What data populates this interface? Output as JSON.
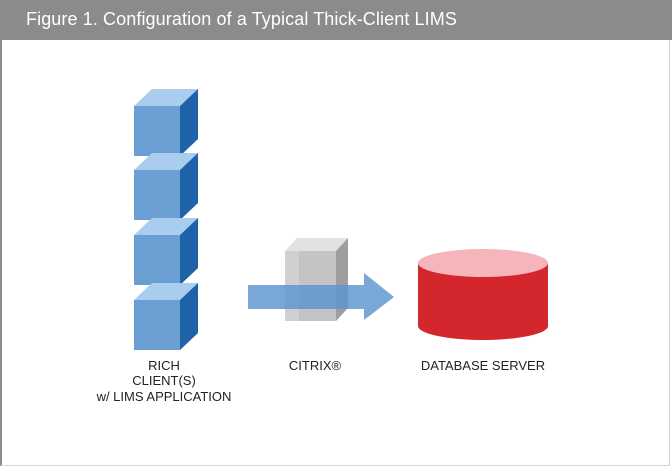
{
  "figure": {
    "title": "Figure 1. Configuration of a Typical Thick-Client LIMS"
  },
  "diagram": {
    "nodes": {
      "rich_clients": {
        "label_lines": [
          "RICH",
          "CLIENT(S)",
          "w/ LIMS APPLICATION"
        ],
        "count": 4
      },
      "citrix": {
        "label": "CITRIX®"
      },
      "database": {
        "label": "DATABASE SERVER"
      }
    },
    "edges": [
      {
        "from": "rich_clients",
        "via": "citrix",
        "to": "database"
      }
    ],
    "colors": {
      "cube_front": "#6b9fd4",
      "cube_top": "#a9cdef",
      "cube_side": "#1e62a8",
      "arrow": "#5b95cf",
      "citrix_front": "#c4c4c4",
      "citrix_side": "#9e9e9e",
      "db_body": "#d3262d",
      "db_top": "#f5b5bb"
    }
  }
}
